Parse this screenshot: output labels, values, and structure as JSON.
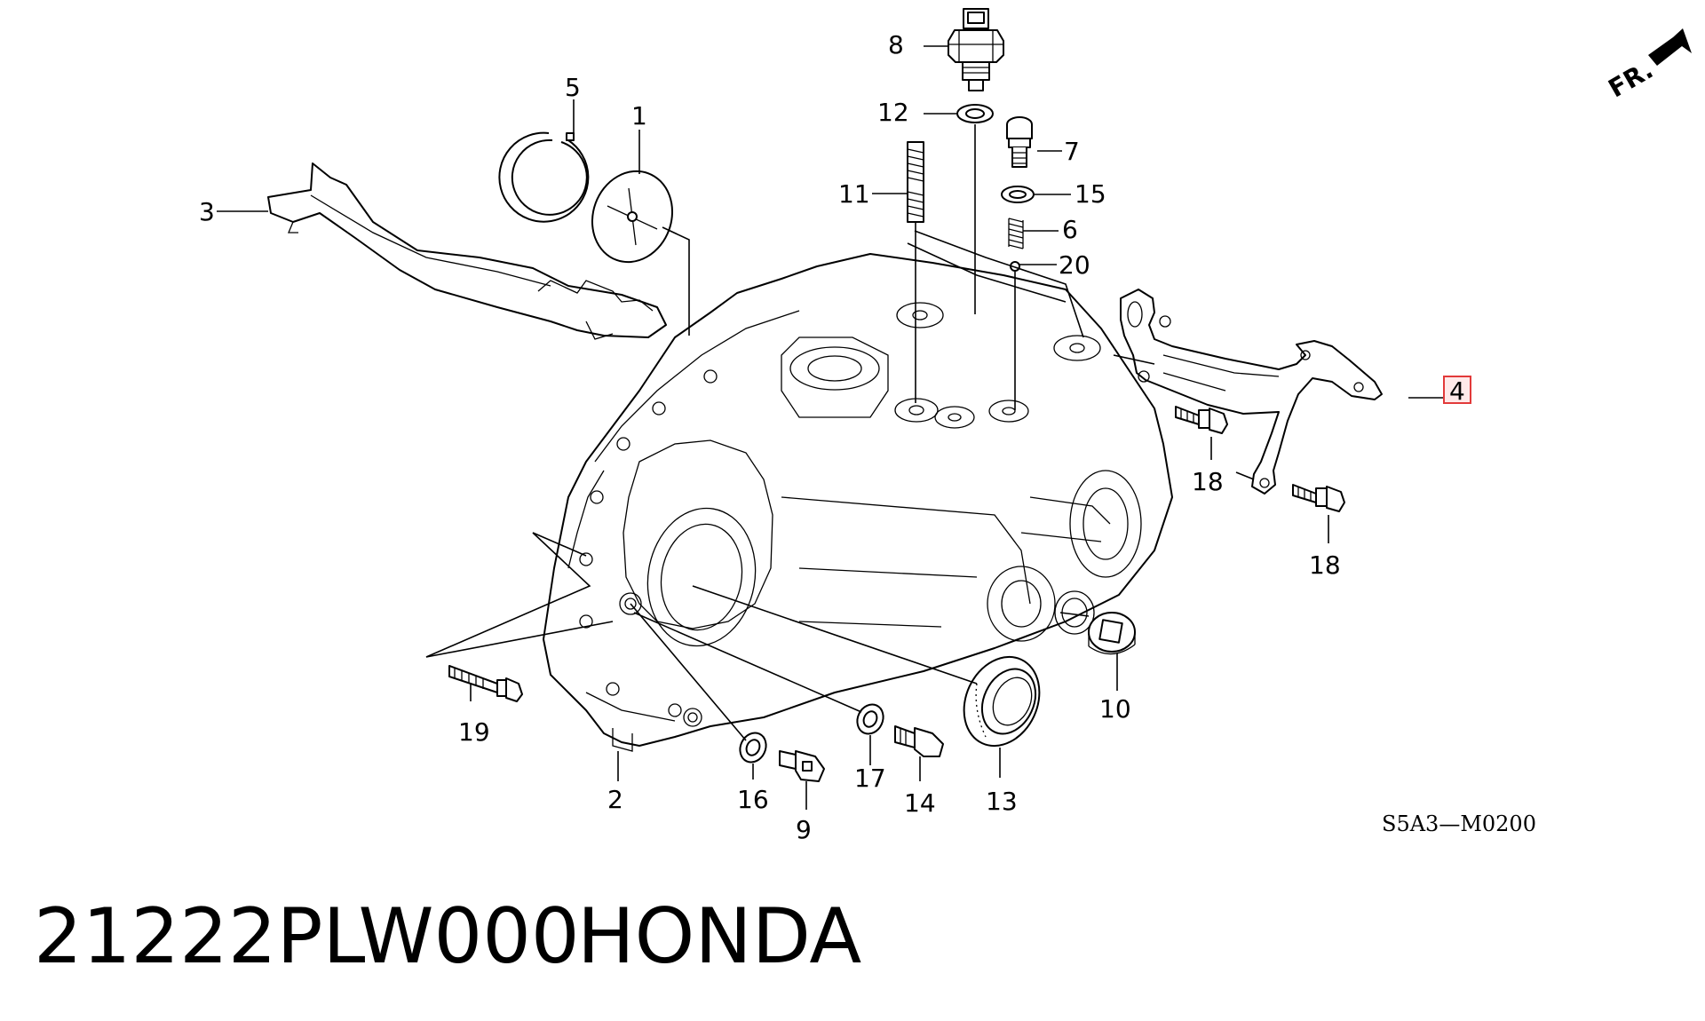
{
  "diagram": {
    "direction_label": "FR.",
    "diagram_code": "S5A3—M0200",
    "highlighted_part": "4",
    "parts": [
      {
        "number": "1",
        "name": "shim-plate"
      },
      {
        "number": "2",
        "name": "transmission-housing"
      },
      {
        "number": "3",
        "name": "oil-gutter-plate"
      },
      {
        "number": "4",
        "name": "bracket"
      },
      {
        "number": "5",
        "name": "snap-ring"
      },
      {
        "number": "6",
        "name": "spring"
      },
      {
        "number": "7",
        "name": "bolt"
      },
      {
        "number": "8",
        "name": "switch"
      },
      {
        "number": "9",
        "name": "drain-plug"
      },
      {
        "number": "10",
        "name": "plug"
      },
      {
        "number": "11",
        "name": "stud-bolt"
      },
      {
        "number": "12",
        "name": "washer"
      },
      {
        "number": "13",
        "name": "oil-seal"
      },
      {
        "number": "14",
        "name": "bolt"
      },
      {
        "number": "15",
        "name": "washer"
      },
      {
        "number": "16",
        "name": "washer"
      },
      {
        "number": "17",
        "name": "washer"
      },
      {
        "number": "18",
        "name": "bolt"
      },
      {
        "number": "19",
        "name": "bolt"
      },
      {
        "number": "20",
        "name": "ball"
      }
    ]
  },
  "footer": {
    "part_number": "21222PLW000",
    "brand": "HONDA"
  },
  "colors": {
    "line": "#000000",
    "highlight_border": "#e23a3a",
    "highlight_fill": "#ffe9e9",
    "background": "#ffffff"
  }
}
